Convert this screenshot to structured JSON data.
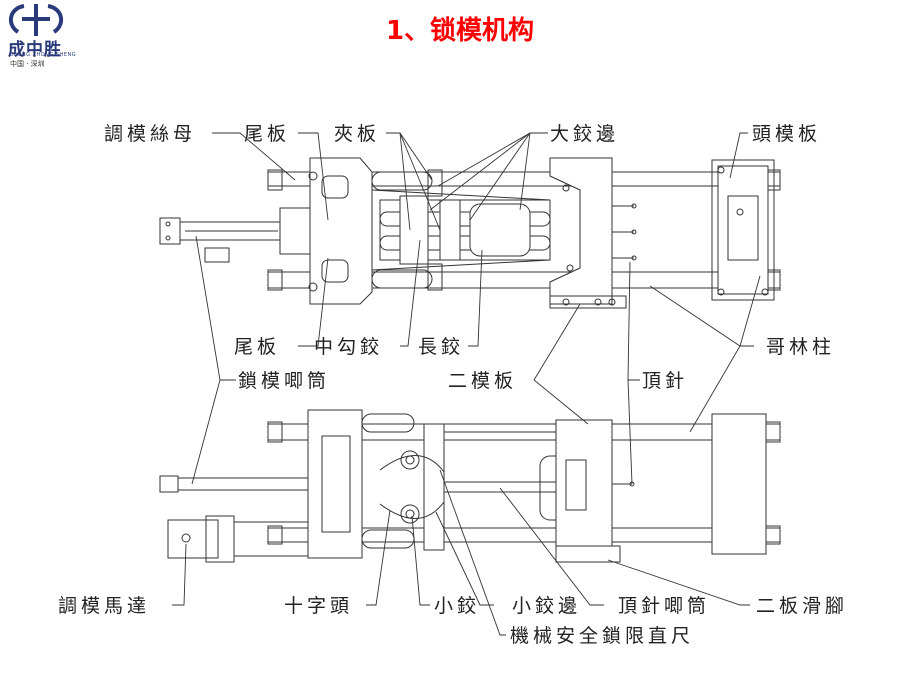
{
  "logo": {
    "name_cn": "成中胜",
    "pinyin": "CHENG ZHONG SHENG",
    "location": "中国 · 深圳"
  },
  "title": "1、锁模机构",
  "labels": {
    "adjust_nut": "調模絲母",
    "tail_plate_top": "尾板",
    "clamp_plate": "夾板",
    "big_hinge_side": "大鉸邊",
    "head_plate": "頭模板",
    "tail_plate_bottom": "尾板",
    "middle_hook_hinge": "中勾鉸",
    "long_hinge": "長鉸",
    "tie_bar": "哥林柱",
    "clamp_cylinder": "鎖模唧筒",
    "moving_plate": "二模板",
    "ejector_pin": "頂針",
    "adjust_motor": "調模馬達",
    "cross_head": "十字頭",
    "small_hinge": "小鉸",
    "small_hinge_side": "小鉸邊",
    "ejector_cylinder": "頂針唧筒",
    "plate_slide_foot": "二板滑腳",
    "safety_lock_ruler": "機械安全鎖限直尺"
  }
}
